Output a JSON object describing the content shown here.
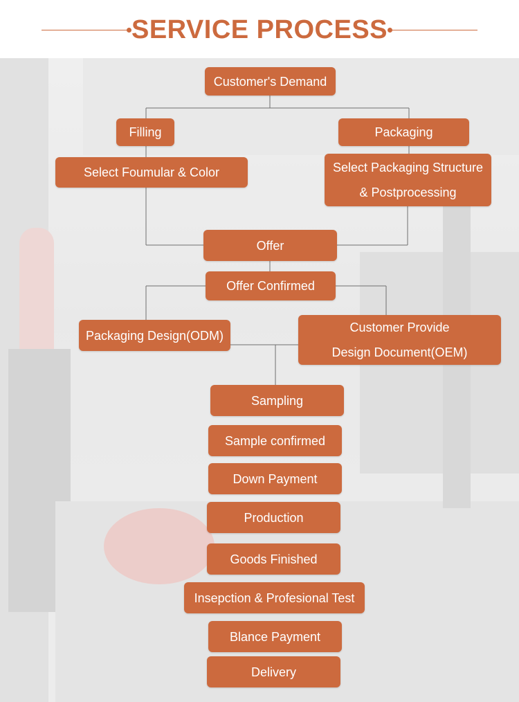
{
  "header": {
    "title": "SERVICE PROCESS"
  },
  "colors": {
    "accent": "#cc6a3e",
    "line": "#6f6f6f"
  },
  "nodes": {
    "customers_demand": "Customer's Demand",
    "filling": "Filling",
    "packaging": "Packaging",
    "select_formula": "Select Foumular & Color",
    "select_packaging_line1": "Select Packaging Structure",
    "select_packaging_line2": "& Postprocessing",
    "offer": "Offer",
    "offer_confirmed": "Offer Confirmed",
    "packaging_design": "Packaging Design(ODM)",
    "customer_provide_line1": "Customer Provide",
    "customer_provide_line2": "Design Document(OEM)",
    "sampling": "Sampling",
    "sample_confirmed": "Sample confirmed",
    "down_payment": "Down Payment",
    "production": "Production",
    "goods_finished": "Goods Finished",
    "inspection": "Insepction & Profesional Test",
    "balance_payment": "Blance Payment",
    "delivery": "Delivery"
  }
}
